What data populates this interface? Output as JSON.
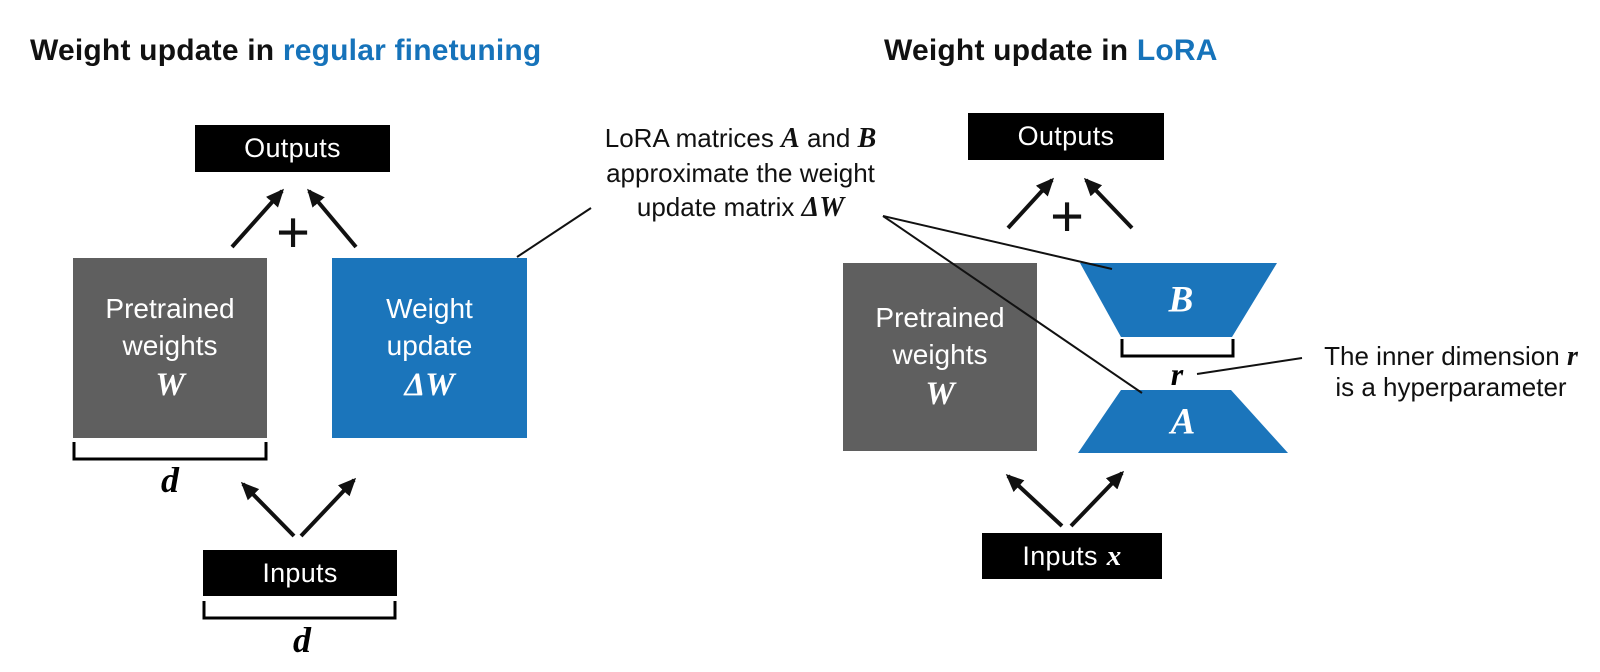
{
  "colors": {
    "accent_blue": "#1673BA",
    "shape_blue": "#1B75BB",
    "shape_gray": "#5F5F5F",
    "shape_black": "#000000"
  },
  "left_panel": {
    "title": {
      "prefix": "Weight update in ",
      "highlight": "regular finetuning"
    },
    "outputs_label": "Outputs",
    "plus": "+",
    "pretrained_box": {
      "line1": "Pretrained",
      "line2": "weights",
      "math": "W"
    },
    "weight_update_box": {
      "line1": "Weight",
      "line2": "update",
      "math": "ΔW"
    },
    "dim_d_weights": "d",
    "inputs_label": "Inputs",
    "dim_d_inputs": "d"
  },
  "right_panel": {
    "title": {
      "prefix": "Weight update in ",
      "highlight": "LoRA"
    },
    "outputs_label": "Outputs",
    "plus": "+",
    "pretrained_box": {
      "line1": "Pretrained",
      "line2": "weights",
      "math": "W"
    },
    "matrix_b_label": "B",
    "matrix_a_label": "A",
    "dim_r_label": "r",
    "inputs": {
      "prefix": "Inputs",
      "math": "x"
    }
  },
  "annotations": {
    "lora_matrices": {
      "l1a": "LoRA matrices ",
      "l1b": "A",
      "l1c": " and ",
      "l1d": "B",
      "l2": "approximate the weight",
      "l3a": "update matrix ",
      "l3b": "ΔW"
    },
    "inner_dimension": {
      "l1a": "The inner dimension ",
      "l1b": "r",
      "l2": "is a hyperparameter"
    }
  }
}
